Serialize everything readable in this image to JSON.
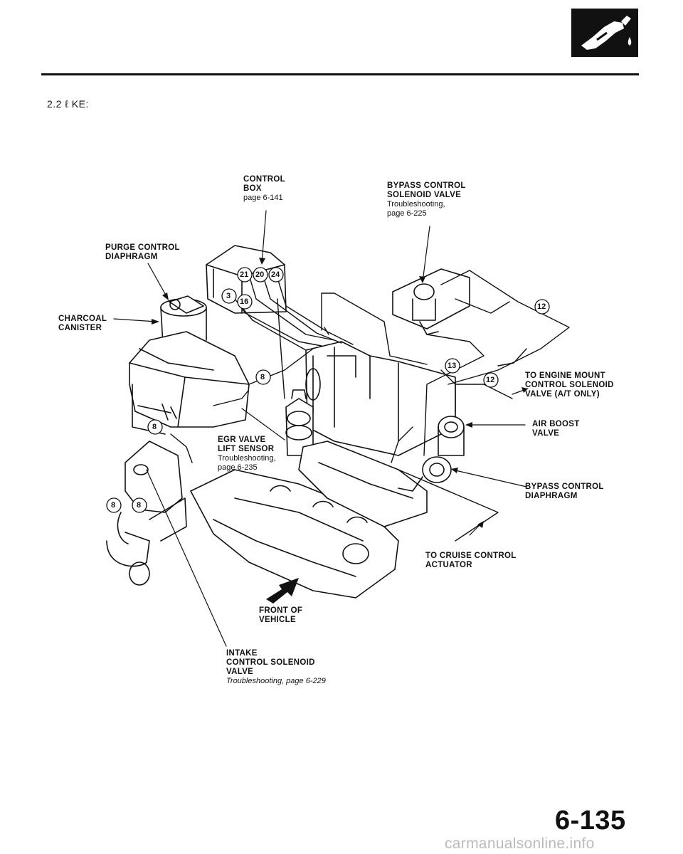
{
  "header": {
    "section_label": "2.2 ℓ KE:",
    "page_number": "6-135",
    "footer_watermark": "carmanualsonline.info"
  },
  "labels": {
    "control_box": {
      "lines": [
        "CONTROL",
        "BOX"
      ],
      "ref": "page 6-141"
    },
    "bypass_control_solenoid_valve": {
      "lines": [
        "BYPASS CONTROL",
        "SOLENOID VALVE"
      ],
      "ref1": "Troubleshooting,",
      "ref2": "page 6-225"
    },
    "purge_control_diaphragm": {
      "lines": [
        "PURGE CONTROL",
        "DIAPHRAGM"
      ]
    },
    "charcoal_canister": {
      "lines": [
        "CHARCOAL",
        "CANISTER"
      ]
    },
    "to_engine_mount": {
      "lines": [
        "TO ENGINE MOUNT",
        "CONTROL SOLENOID",
        "VALVE (A/T ONLY)"
      ]
    },
    "air_boost_valve": {
      "lines": [
        "AIR BOOST",
        "VALVE"
      ]
    },
    "egr_valve_lift_sensor": {
      "lines": [
        "EGR VALVE",
        "LIFT SENSOR"
      ],
      "ref1": "Troubleshooting,",
      "ref2": "page 6-235"
    },
    "bypass_control_diaphragm": {
      "lines": [
        "BYPASS CONTROL",
        "DIAPHRAGM"
      ]
    },
    "to_cruise_control": {
      "lines": [
        "TO CRUISE CONTROL",
        "ACTUATOR"
      ]
    },
    "front_of_vehicle": {
      "lines": [
        "FRONT OF",
        "VEHICLE"
      ]
    },
    "intake_control_solenoid_valve": {
      "lines": [
        "INTAKE",
        "CONTROL SOLENOID",
        "VALVE"
      ],
      "ref": "Troubleshooting, page 6-229"
    }
  },
  "hose_numbers": {
    "n21": "21",
    "n20": "20",
    "n24": "24",
    "n3": "3",
    "n16": "16",
    "n12a": "12",
    "n12b": "12",
    "n13": "13",
    "n8a": "8",
    "n8b": "8",
    "n8c": "8",
    "n8d": "8"
  },
  "icons": {
    "header": "fuel-nozzle-icon",
    "front_arrow": "front-arrow-icon"
  }
}
